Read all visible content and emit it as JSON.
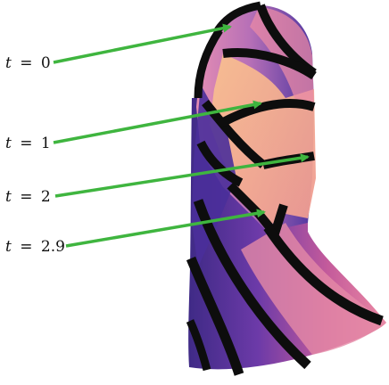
{
  "labels": [
    {
      "variable": "t",
      "operator": "=",
      "value": "0"
    },
    {
      "variable": "t",
      "operator": "=",
      "value": "1"
    },
    {
      "variable": "t",
      "operator": "=",
      "value": "2"
    },
    {
      "variable": "t",
      "operator": "=",
      "value": "2.9"
    }
  ],
  "colors": {
    "arrow": "#3fb53f",
    "band": "#0d0d0d",
    "surface_purple": "#4a2f9a",
    "surface_magenta": "#b84f9b",
    "surface_pink": "#e98aa5",
    "surface_peach": "#f3b487"
  }
}
